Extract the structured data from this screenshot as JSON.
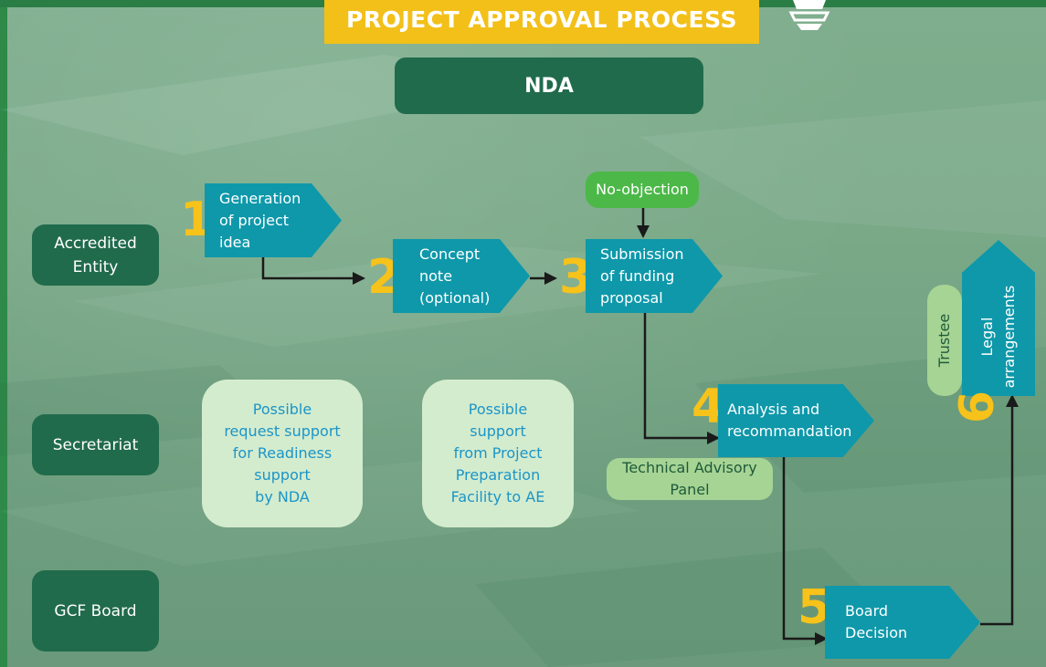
{
  "title": "PROJECT APPROVAL PROCESS",
  "nda": "NDA",
  "lanes": [
    {
      "lines": [
        "Accredited",
        "Entity"
      ]
    },
    {
      "lines": [
        "Secretariat"
      ]
    },
    {
      "lines": [
        "GCF Board"
      ]
    }
  ],
  "steps": [
    {
      "number": "1",
      "lines": [
        "Generation",
        "of project",
        "idea"
      ]
    },
    {
      "number": "2",
      "lines": [
        "Concept",
        "note",
        "(optional)"
      ]
    },
    {
      "number": "3",
      "lines": [
        "Submission",
        "of funding",
        "proposal"
      ]
    },
    {
      "number": "4",
      "lines": [
        "Analysis and",
        "recommandation"
      ]
    },
    {
      "number": "5",
      "lines": [
        "Board",
        "Decision"
      ]
    },
    {
      "number": "6",
      "lines": [
        "Legal",
        "arrangements"
      ]
    }
  ],
  "notes": {
    "no_objection": "No-objection",
    "technical_panel": [
      "Technical Advisory",
      "Panel"
    ],
    "trustee": "Trustee",
    "readiness": [
      "Possible",
      "request support",
      "for Readiness",
      "support",
      "by NDA"
    ],
    "ppf": [
      "Possible",
      "support",
      "from Project",
      "Preparation",
      "Facility to AE"
    ]
  },
  "colors": {
    "title_bg": "#f2c019",
    "lane_bg": "#206b4c",
    "step_bg": "#0e98aa",
    "number": "#f7c21a",
    "soft_note_bg": "#d4ecce",
    "soft_note_text": "#1b95c8",
    "no_objection_bg": "#4cb848",
    "panel_bg": "#a6d494"
  },
  "icons": [
    "gcf-logo-icon"
  ]
}
